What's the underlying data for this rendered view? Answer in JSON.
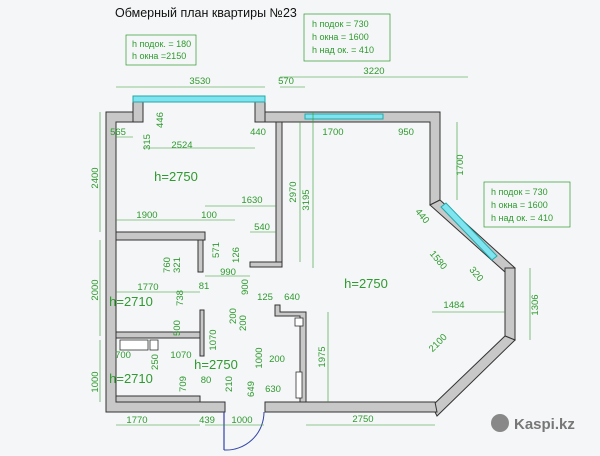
{
  "title": "Обмерный план квартиры №23",
  "notes": [
    {
      "lines": [
        "h подок. = 180",
        "h окна =2150"
      ]
    },
    {
      "lines": [
        "h подок = 730",
        "h окна = 1600",
        "h над ок. = 410"
      ]
    },
    {
      "lines": [
        "h подок = 730",
        "h окна = 1600",
        "h над ок. = 410"
      ]
    }
  ],
  "rooms": [
    "h=2750",
    "h=2710",
    "h=2710",
    "h=2750",
    "h=2750"
  ],
  "dimensions": [
    "3530",
    "570",
    "3220",
    "565",
    "315",
    "446",
    "440",
    "1700",
    "950",
    "2524",
    "2400",
    "2970",
    "3195",
    "1700",
    "1630",
    "1900",
    "100",
    "540",
    "571",
    "126",
    "760",
    "321",
    "990",
    "1770",
    "81",
    "738",
    "900",
    "125",
    "640",
    "2000",
    "500",
    "200",
    "200",
    "1070",
    "1000",
    "1975",
    "700",
    "250",
    "1070",
    "709",
    "80",
    "210",
    "649",
    "200",
    "630",
    "1000",
    "1770",
    "439",
    "1000",
    "2750",
    "440",
    "1580",
    "320",
    "1484",
    "1306",
    "2100"
  ],
  "watermark": "Kaspi.kz",
  "colors": {
    "dimension": "#2f9a2f",
    "wall": "#c8c8c8",
    "window": "#7fe3f0",
    "door": "#3344aa"
  }
}
